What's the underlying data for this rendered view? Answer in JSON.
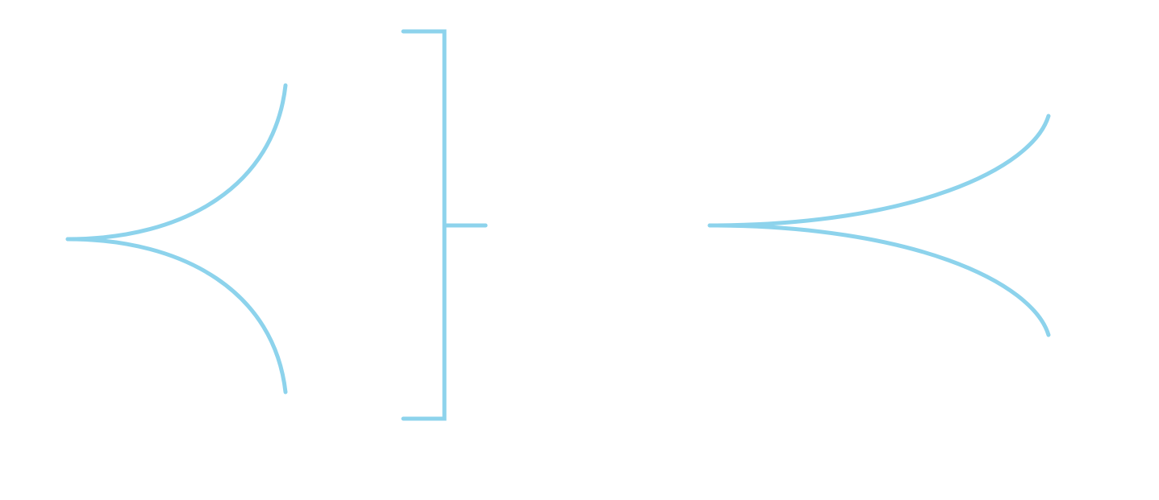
{
  "diagram": {
    "stroke_color": "#8dd3ec",
    "background": "#ffffff",
    "shapes": [
      {
        "name": "curly-bracket-left-connector",
        "kind": "curved-fork",
        "direction": "left"
      },
      {
        "name": "square-bracket-right-connector",
        "kind": "square-bracket",
        "direction": "right"
      },
      {
        "name": "curved-fork-left-connector",
        "kind": "curved-fork",
        "direction": "left"
      }
    ]
  }
}
